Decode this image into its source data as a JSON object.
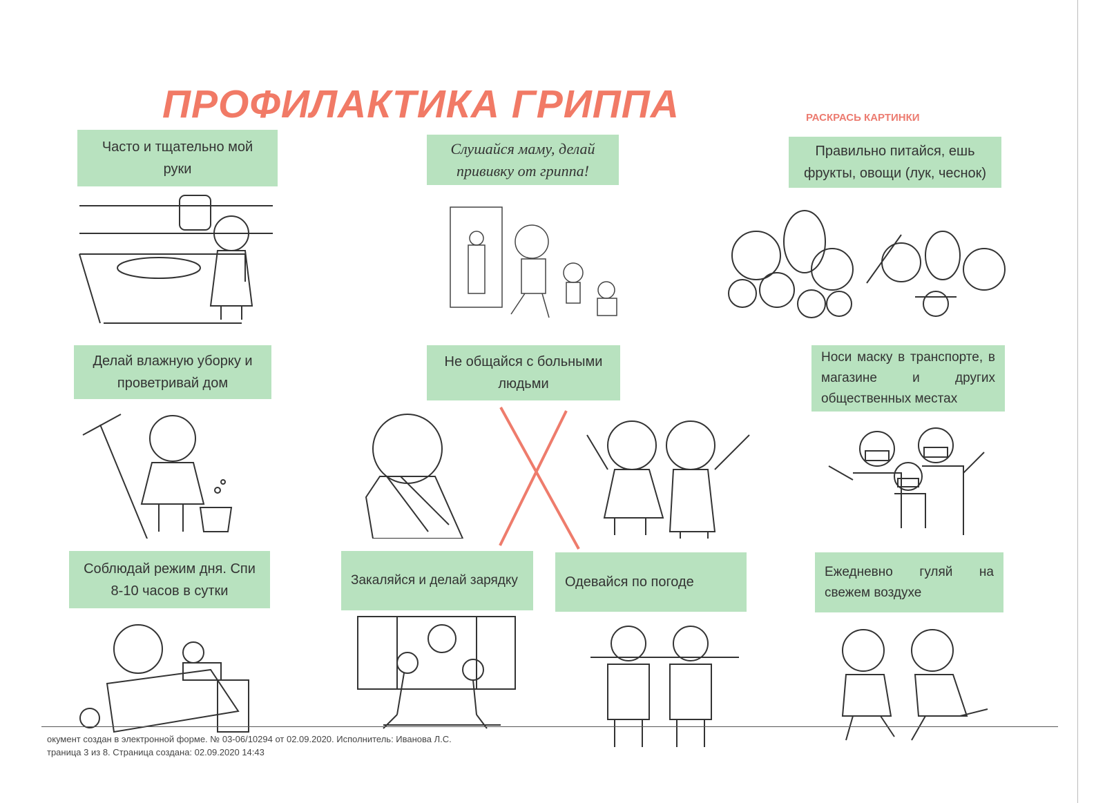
{
  "title": "ПРОФИЛАКТИКА ГРИППА",
  "hint": "РАСКРАСЬ КАРТИНКИ",
  "tips": [
    {
      "text": "Часто и тщательно мой руки"
    },
    {
      "text": "Слушайся маму, делай прививку от гриппа!"
    },
    {
      "text": "Правильно питайся, ешь фрукты, овощи (лук, чеснок)"
    },
    {
      "text": "Делай влажную уборку и проветривай дом"
    },
    {
      "text": "Не общайся с больными людьми"
    },
    {
      "text": "Носи маску в транспорте, в магазине и других общественных местах"
    },
    {
      "text": "Соблюдай режим дня. Спи 8-10 часов в сутки"
    },
    {
      "text": "Закаляйся и делай зарядку"
    },
    {
      "text": "Одевайся по погоде"
    },
    {
      "text": "Ежедневно гуляй на свежем воздухе"
    }
  ],
  "footer": {
    "line1": "окумент создан в электронной форме. № 03-06/10294 от 02.09.2020. Исполнитель: Иванова Л.С.",
    "line2": "траница 3 из 8. Страница создана: 02.09.2020 14:43"
  },
  "colors": {
    "title": "#f17a66",
    "box": "#b8e2bf",
    "cross": "#ee7c6c"
  }
}
